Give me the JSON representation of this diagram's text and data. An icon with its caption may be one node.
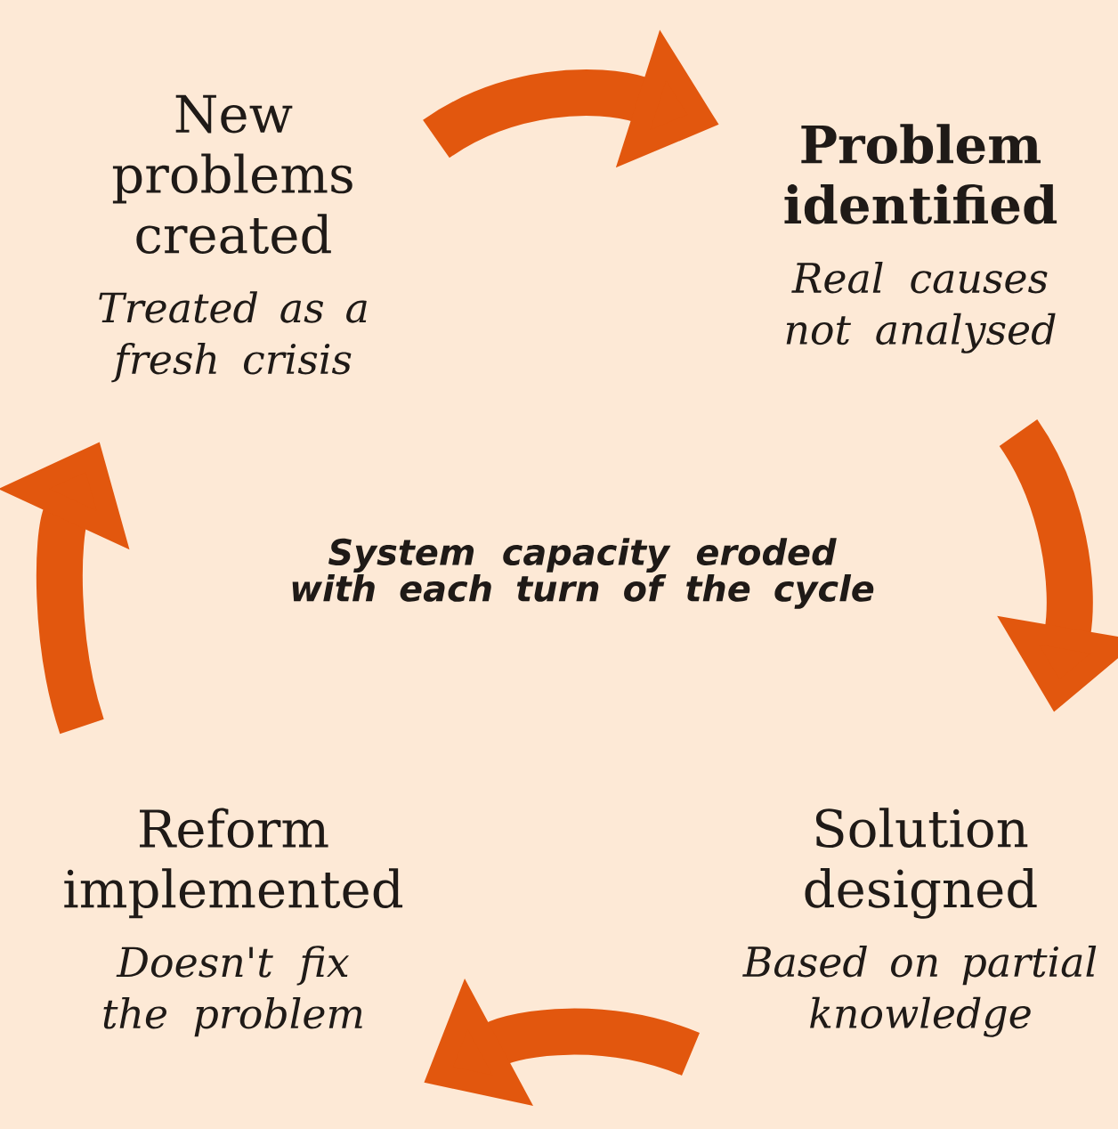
{
  "diagram": {
    "nodes": [
      {
        "text": [
          "New problems created",
          "Treated as a fresh crisis"
        ]
      },
      {
        "text": [
          "Problem identified",
          "Real causes not analysed"
        ]
      },
      {
        "text": [
          "Reform implemented",
          "Doesn't fix the problem"
        ]
      },
      {
        "text": [
          "Solution designed",
          "Based on partial knowledge"
        ]
      }
    ],
    "edges": [
      {
        "from": 0,
        "to": 1,
        "arrow": "to"
      },
      {
        "from": 1,
        "to": 3,
        "arrow": "to"
      },
      {
        "from": 3,
        "to": 2,
        "arrow": "to"
      },
      {
        "from": 2,
        "to": 0,
        "arrow": "to"
      }
    ],
    "labels": [
      "System capacity eroded with each turn of the cycle"
    ]
  }
}
